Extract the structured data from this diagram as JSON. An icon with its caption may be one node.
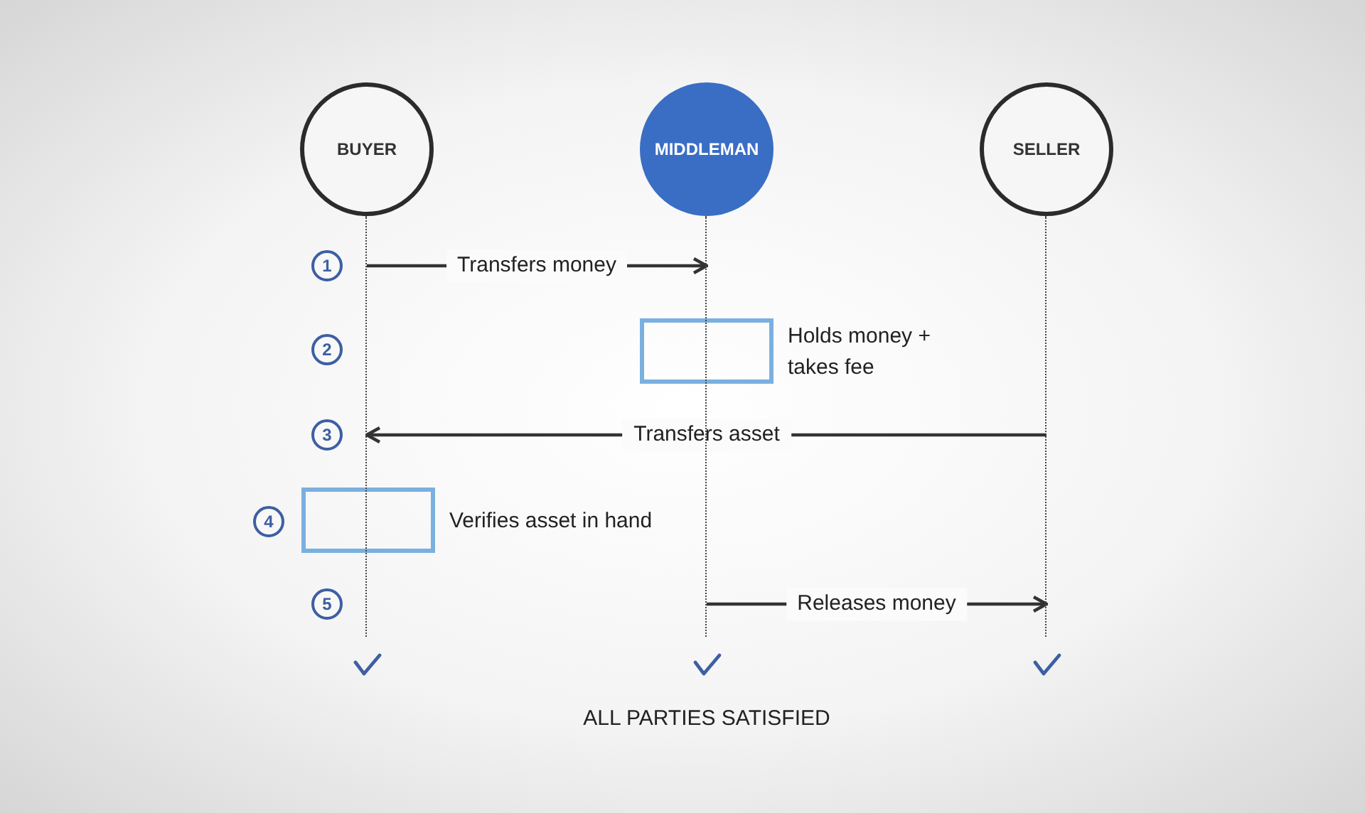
{
  "diagram": {
    "nodes": [
      {
        "text": [
          "BUYER"
        ]
      },
      {
        "text": [
          "MIDDLEMAN"
        ]
      },
      {
        "text": [
          "SELLER"
        ]
      },
      {
        "text": [
          "1"
        ]
      },
      {
        "text": [
          "2"
        ]
      },
      {
        "text": [
          "3"
        ]
      },
      {
        "text": [
          "4"
        ]
      },
      {
        "text": [
          "5"
        ]
      },
      {
        "text": [],
        "shape": "box",
        "beside": [
          "Holds money + takes fee"
        ]
      },
      {
        "text": [],
        "shape": "box",
        "beside": [
          "Verifies asset in hand"
        ]
      },
      {
        "text": [],
        "shape": "line"
      },
      {
        "text": [],
        "shape": "line"
      },
      {
        "text": [],
        "shape": "line"
      }
    ],
    "edges": [
      {
        "from": 10,
        "to": 11,
        "arrow": "to",
        "label": "Transfers money"
      },
      {
        "from": 12,
        "to": 10,
        "arrow": "to",
        "label": "Transfers asset"
      },
      {
        "from": 11,
        "to": 12,
        "arrow": "to",
        "label": "Releases money"
      }
    ],
    "labels": [
      "ALL PARTIES SATISFIED"
    ]
  }
}
